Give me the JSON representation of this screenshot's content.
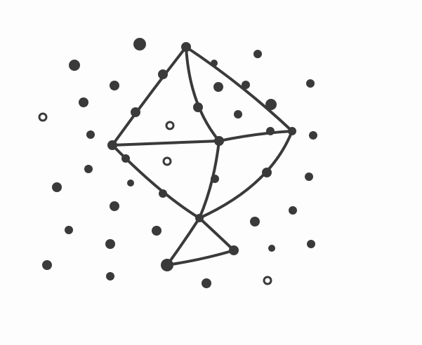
{
  "colors": {
    "ink": "#3a3a3a",
    "paper": "#fdfdfd"
  },
  "diagram": {
    "description_kind": "hand-drawn kite outline over a scattered dot field",
    "vertices": [
      {
        "id": "top"
      },
      {
        "id": "left"
      },
      {
        "id": "right"
      },
      {
        "id": "center"
      },
      {
        "id": "bottom"
      },
      {
        "id": "tail-right"
      },
      {
        "id": "tail-left"
      }
    ],
    "edges": [
      [
        "top",
        "left"
      ],
      [
        "top",
        "right"
      ],
      [
        "top",
        "center"
      ],
      [
        "left",
        "center"
      ],
      [
        "center",
        "right"
      ],
      [
        "left",
        "bottom"
      ],
      [
        "right",
        "bottom"
      ],
      [
        "center",
        "bottom"
      ],
      [
        "bottom",
        "tail-right"
      ],
      [
        "bottom",
        "tail-left"
      ],
      [
        "tail-left",
        "tail-right"
      ]
    ]
  }
}
